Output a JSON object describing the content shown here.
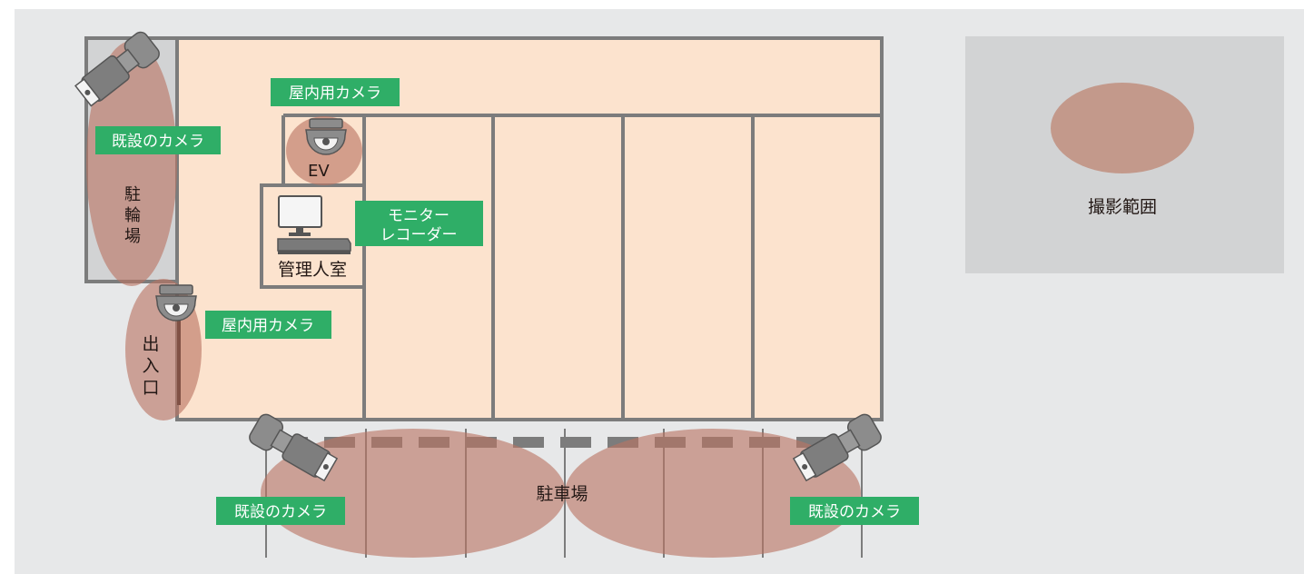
{
  "labels": {
    "indoor_camera_top": "屋内用カメラ",
    "existing_camera_left": "既設のカメラ",
    "indoor_camera_entrance": "屋内用カメラ",
    "monitor_recorder_line1": "モニター",
    "monitor_recorder_line2": "レコーダー",
    "existing_camera_bottom_left": "既設のカメラ",
    "existing_camera_bottom_right": "既設のカメラ"
  },
  "rooms": {
    "elevator": "EV",
    "management_room": "管理人室",
    "bicycle_parking_1": "駐",
    "bicycle_parking_2": "輪",
    "bicycle_parking_3": "場",
    "entrance_1": "出",
    "entrance_2": "入",
    "entrance_3": "口",
    "parking_lot": "駐車場"
  },
  "legend": {
    "coverage_area": "撮影範囲"
  },
  "colors": {
    "background": "#E7E8E9",
    "floor": "#FCE3CE",
    "wall": "#7C7C7C",
    "coverage": "#C89587",
    "label_bg": "#2FAE67",
    "legend_bg": "#D2D3D4",
    "camera": "#8C8C8C"
  }
}
